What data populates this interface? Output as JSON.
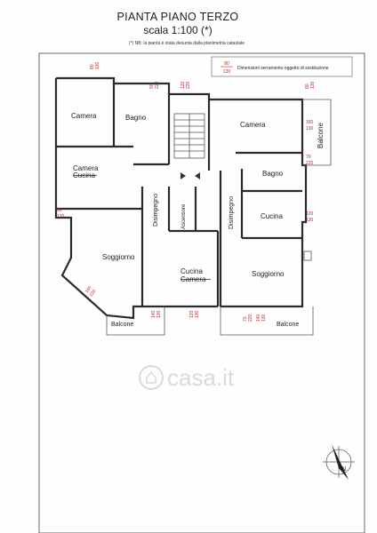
{
  "header": {
    "title": "PIANTA PIANO TERZO",
    "scale": "scala 1:100 (*)",
    "note": "(*) NB: la pianta è stata desunta dalla planimetria catastale"
  },
  "legend": {
    "dim_top": "80",
    "dim_bottom": "130",
    "text": "Dimensioni serramento oggetto di sostituzione"
  },
  "rooms": {
    "camera_nw": "Camera",
    "bagno_n": "Bagno",
    "camera_ne": "Camera",
    "balcone_e": "Balcone",
    "camera_w": "Camera",
    "cucina_w_old": "Cucina",
    "bagno_e": "Bagno",
    "disimpegno_w": "Disimpegno",
    "ascensore": "Ascensore",
    "disimpegno_e": "Disimpegno",
    "cucina_e": "Cucina",
    "soggiorno_w": "Soggiorno",
    "soggiorno_e": "Soggiorno",
    "cucina_s": "Cucina",
    "camera_s_old": "Camera",
    "balcone_sw": "Balcone",
    "balcone_se": "Balcone"
  },
  "dims": {
    "d1a": "80",
    "d1b": "130",
    "d2a": "90",
    "d2b": "220",
    "d3a": "120",
    "d3b": "220",
    "d4a": "80",
    "d4b": "130",
    "d5a": "160",
    "d5b": "130",
    "d6a": "70",
    "d6b": "220",
    "d7a": "120",
    "d7b": "130",
    "d8a": "90",
    "d8b": "130",
    "d9a": "160",
    "d9b": "220",
    "d10a": "140",
    "d10b": "130",
    "d11a": "120",
    "d11b": "130",
    "d12a": "70",
    "d12b": "220",
    "d13a": "140",
    "d13b": "130"
  },
  "watermark": "casa.it",
  "north_label": "N"
}
